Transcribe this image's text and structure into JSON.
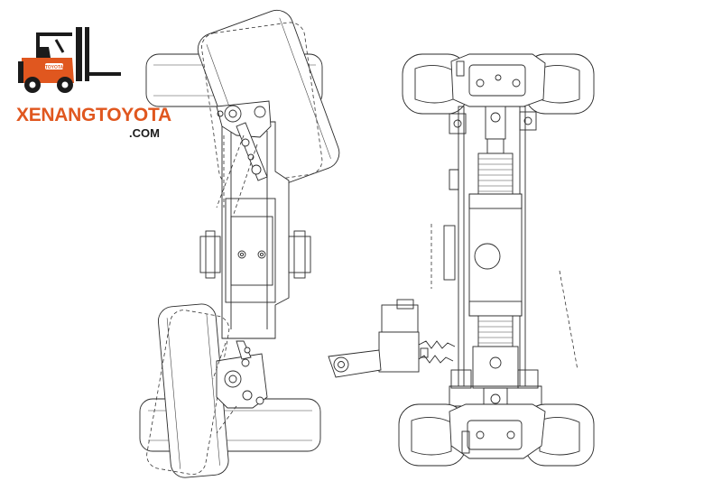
{
  "logo": {
    "brand_line": "XENANGTOYOTA",
    "domain_line": ".COM",
    "seal_text": "TOYOTA",
    "brand_color": "#e0571f",
    "ink_color": "#1b1b1b"
  },
  "drawing": {
    "left_view": "steer-axle-top-view",
    "right_view": "steer-axle-bottom-view",
    "line_color": "#2a2a2a"
  }
}
